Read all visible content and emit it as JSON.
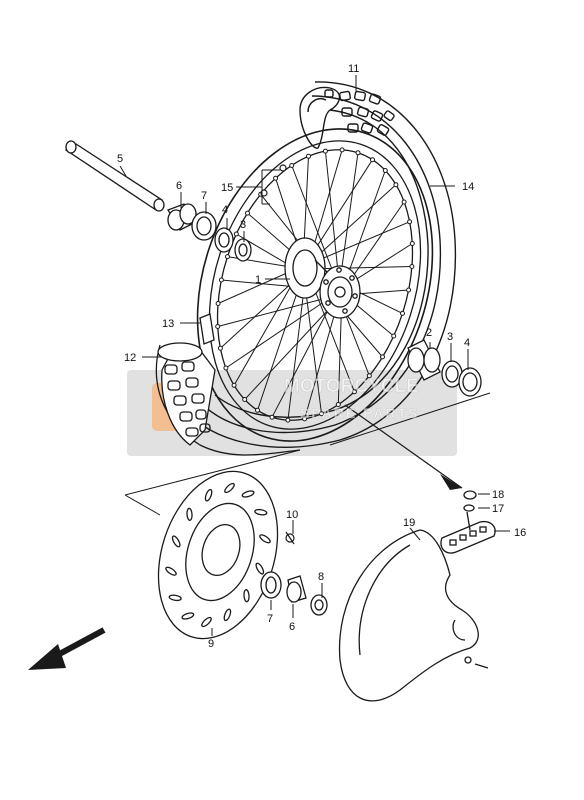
{
  "watermark": {
    "line1": "MOTORCYCLE",
    "line2": "SPARE PARTS",
    "badge_color": "#e8893a",
    "panel_color": "#c9c9c9"
  },
  "callouts": {
    "c1": "1",
    "c2": "2",
    "c3a": "3",
    "c3b": "3",
    "c4a": "4",
    "c4b": "4",
    "c5": "5",
    "c6a": "6",
    "c6b": "6",
    "c7a": "7",
    "c7b": "7",
    "c8": "8",
    "c9": "9",
    "c10": "10",
    "c11": "11",
    "c12": "12",
    "c13": "13",
    "c14": "14",
    "c15": "15",
    "c16": "16",
    "c17": "17",
    "c18": "18",
    "c19": "19"
  },
  "icons": {
    "direction": "front-arrow-icon"
  },
  "colors": {
    "line": "#1a1a1a"
  }
}
